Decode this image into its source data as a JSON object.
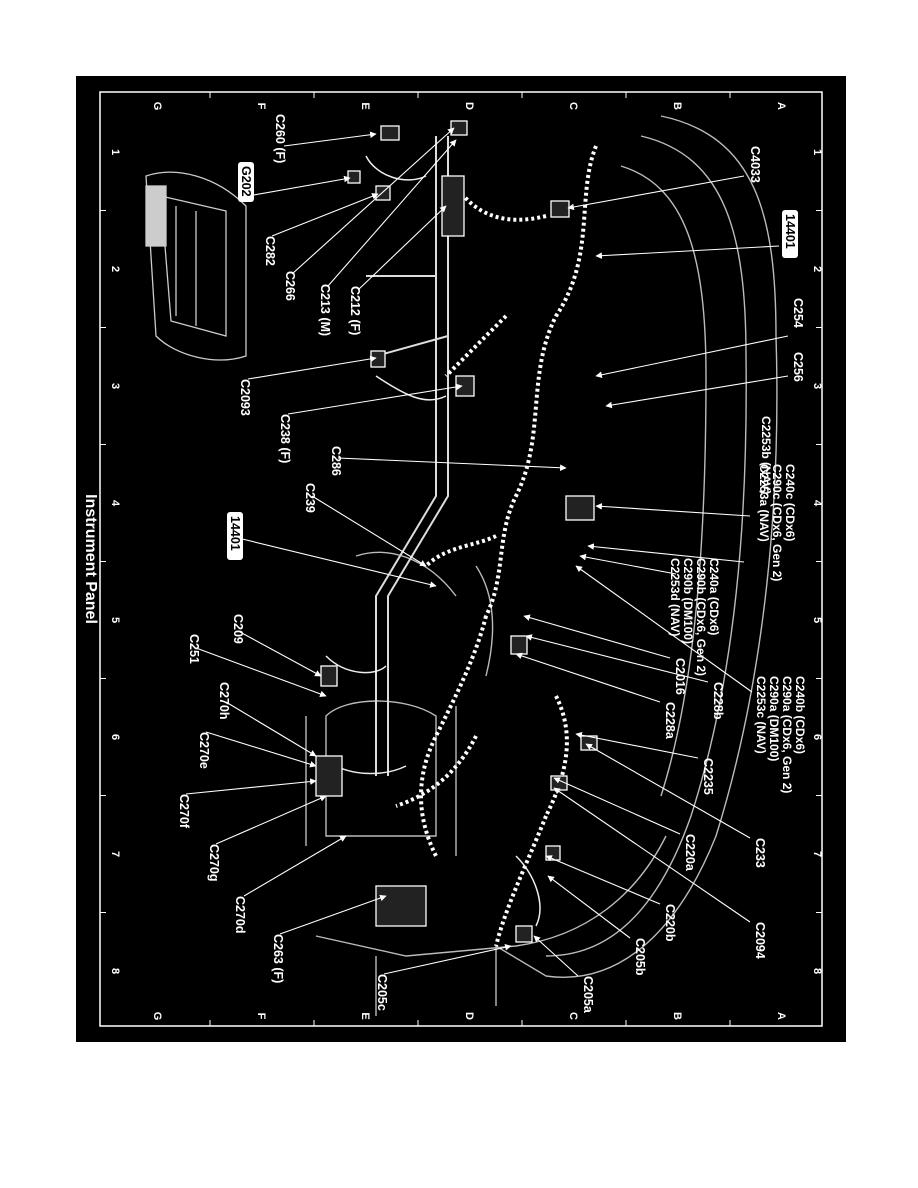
{
  "title": "Instrument Panel",
  "grid": {
    "rows": [
      "A",
      "B",
      "C",
      "D",
      "E",
      "F",
      "G"
    ],
    "cols": [
      "1",
      "2",
      "3",
      "4",
      "5",
      "6",
      "7",
      "8"
    ]
  },
  "callouts": [
    {
      "id": "c4033",
      "text": "C4033"
    },
    {
      "id": "b14401a",
      "text": "14401",
      "boxed": true
    },
    {
      "id": "c260",
      "text": "C260 (F)"
    },
    {
      "id": "g202",
      "text": "G202",
      "boxed": true
    },
    {
      "id": "c282",
      "text": "C282"
    },
    {
      "id": "c266",
      "text": "C266"
    },
    {
      "id": "c213",
      "text": "C213 (M)"
    },
    {
      "id": "c212",
      "text": "C212 (F)"
    },
    {
      "id": "c254",
      "text": "C254"
    },
    {
      "id": "c256",
      "text": "C256"
    },
    {
      "id": "c2093",
      "text": "C2093"
    },
    {
      "id": "c238",
      "text": "C238 (F)"
    },
    {
      "id": "c286",
      "text": "C286"
    },
    {
      "id": "c239",
      "text": "C239"
    },
    {
      "id": "b14401b",
      "text": "14401",
      "boxed": true
    },
    {
      "id": "c209",
      "text": "C209"
    },
    {
      "id": "c251",
      "text": "C251"
    },
    {
      "id": "c270h",
      "text": "C270h"
    },
    {
      "id": "c270e",
      "text": "C270e"
    },
    {
      "id": "c270f",
      "text": "C270f"
    },
    {
      "id": "c270g",
      "text": "C270g"
    },
    {
      "id": "c270d",
      "text": "C270d"
    },
    {
      "id": "c263",
      "text": "C263 (F)"
    },
    {
      "id": "c205c",
      "text": "C205c"
    },
    {
      "id": "c205a",
      "text": "C205a"
    },
    {
      "id": "c205b",
      "text": "C205b"
    },
    {
      "id": "c220b",
      "text": "C220b"
    },
    {
      "id": "c2094",
      "text": "C2094"
    },
    {
      "id": "c220a",
      "text": "C220a"
    },
    {
      "id": "c233",
      "text": "C233"
    },
    {
      "id": "c2235",
      "text": "C2235"
    },
    {
      "id": "c228a",
      "text": "C228a"
    },
    {
      "id": "c228b",
      "text": "C228b"
    },
    {
      "id": "c2016",
      "text": "C2016"
    }
  ],
  "callout_groups": [
    {
      "id": "g1",
      "lines": [
        "C2253b (NAV)"
      ]
    },
    {
      "id": "g2",
      "lines": [
        "C240c (CDx6)",
        "C290c (CDx6, Gen 2)",
        "C2253a (NAV)"
      ]
    },
    {
      "id": "g3",
      "lines": [
        "C240a (CDx6)",
        "C290b (CDx6, Gen 2)",
        "C290b (DM100)",
        "C2253d (NAV)"
      ]
    },
    {
      "id": "g4",
      "lines": [
        "C240b (CDx6)",
        "C290a (CDx6, Gen 2)",
        "C290a (DM100)",
        "C2253c (NAV)"
      ]
    }
  ]
}
